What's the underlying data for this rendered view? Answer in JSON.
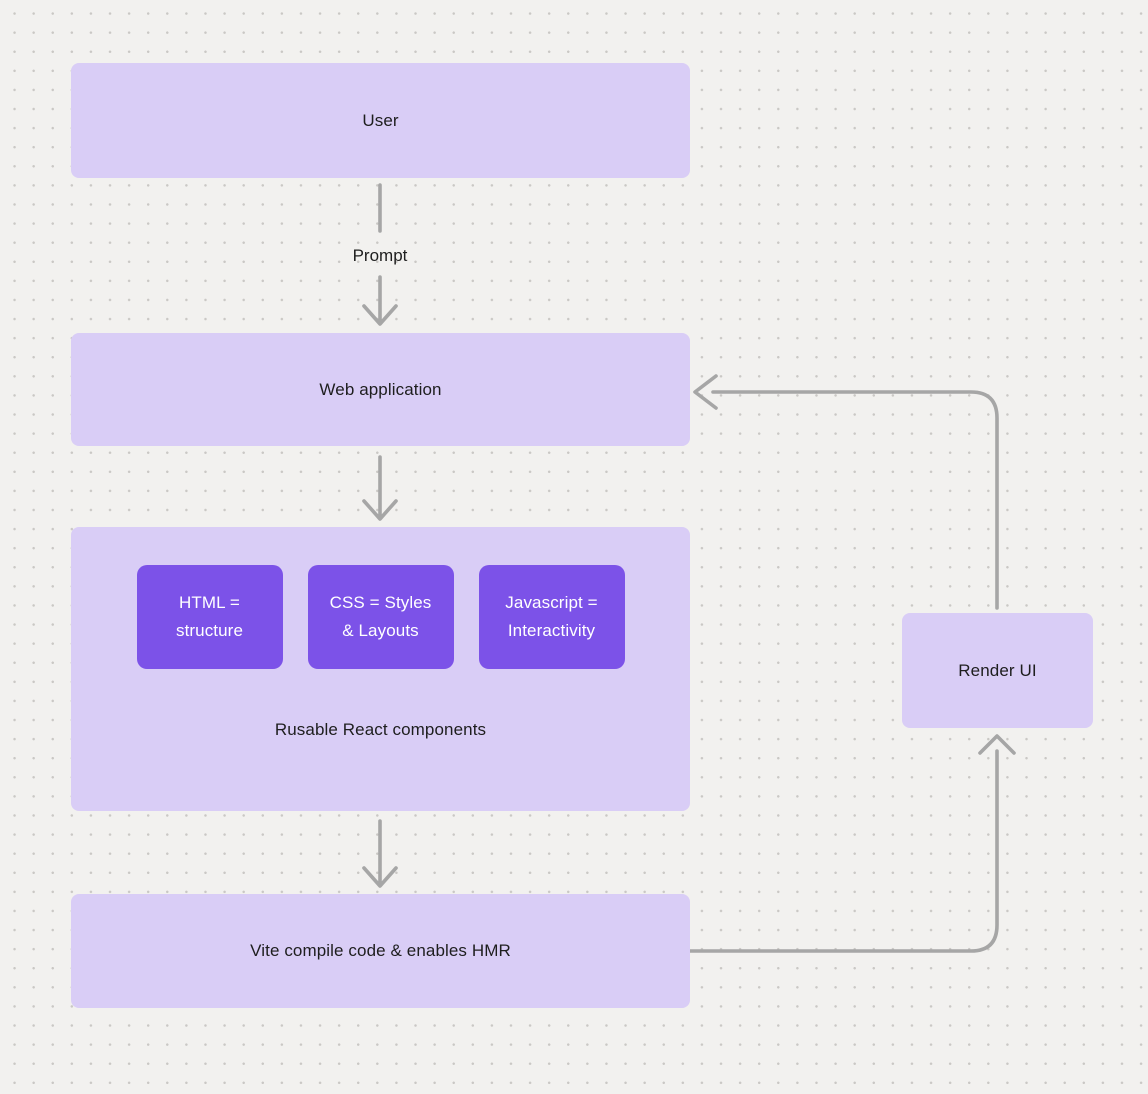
{
  "canvas": {
    "background": "#f2f1ef",
    "dot_color": "#cac8c5"
  },
  "colors": {
    "node_fill": "#d9cdf6",
    "chip_fill": "#7c52e8",
    "arrow": "#a6a6a6",
    "text_dark": "#1e1e1e",
    "text_light": "#ffffff"
  },
  "nodes": {
    "user": {
      "label": "User"
    },
    "web_application": {
      "label": "Web application"
    },
    "components_group": {
      "label": "Rusable React components",
      "chips": [
        {
          "lines": [
            "HTML =",
            "structure"
          ]
        },
        {
          "lines": [
            "CSS = Styles",
            "& Layouts"
          ]
        },
        {
          "lines": [
            "Javascript =",
            "Interactivity"
          ]
        }
      ]
    },
    "vite": {
      "label": "Vite compile code & enables HMR"
    },
    "render_ui": {
      "label": "Render UI"
    }
  },
  "edges": {
    "prompt_label": "Prompt"
  }
}
